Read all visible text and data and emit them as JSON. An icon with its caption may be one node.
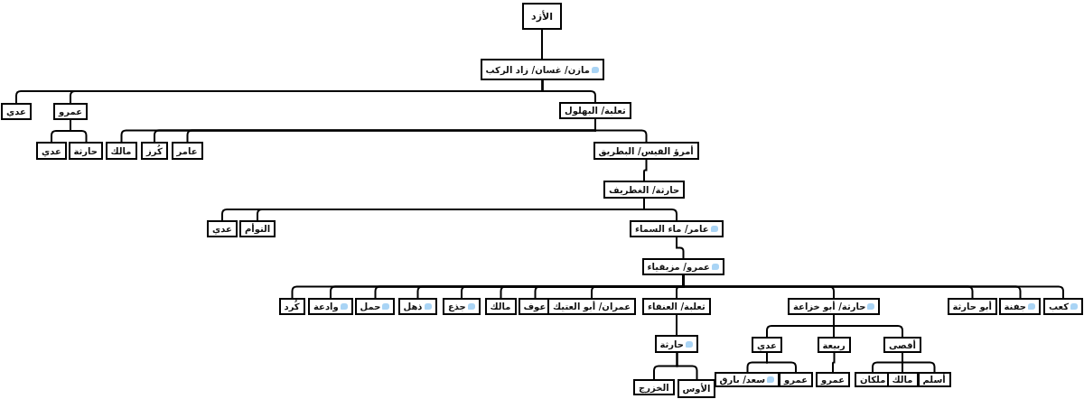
{
  "diagram": {
    "nodes": [
      {
        "text": [
          "الأزد"
        ]
      },
      {
        "text": [
          "مازن/ غسان/ زاد الركب"
        ]
      },
      {
        "text": [
          "عدي"
        ]
      },
      {
        "text": [
          "عمرو"
        ]
      },
      {
        "text": [
          "ثعلبة/ البهلول"
        ]
      },
      {
        "text": [
          "عدي"
        ]
      },
      {
        "text": [
          "حارثة"
        ]
      },
      {
        "text": [
          "مالك"
        ]
      },
      {
        "text": [
          "كُرز"
        ]
      },
      {
        "text": [
          "عامر"
        ]
      },
      {
        "text": [
          "أمرؤ القيس/ البطريق"
        ]
      },
      {
        "text": [
          "حارثة/ الغطريف"
        ]
      },
      {
        "text": [
          "عدي"
        ]
      },
      {
        "text": [
          "التوأم"
        ]
      },
      {
        "text": [
          "عامر/ ماء السماء"
        ]
      },
      {
        "text": [
          "عمرو/ مزيقياء"
        ]
      },
      {
        "text": [
          "كُرد"
        ]
      },
      {
        "text": [
          "وادعة"
        ]
      },
      {
        "text": [
          "حمل"
        ]
      },
      {
        "text": [
          "ذهل"
        ]
      },
      {
        "text": [
          "جذع"
        ]
      },
      {
        "text": [
          "مالك"
        ]
      },
      {
        "text": [
          "عوف"
        ]
      },
      {
        "text": [
          "عمران/ أبو العتيك"
        ]
      },
      {
        "text": [
          "ثعلبة/ العنقاء"
        ]
      },
      {
        "text": [
          "حارثة/ أبو خزاعة"
        ]
      },
      {
        "text": [
          "أبو حارثة"
        ]
      },
      {
        "text": [
          "جفنة"
        ]
      },
      {
        "text": [
          "كعب"
        ]
      },
      {
        "text": [
          "حارثة"
        ]
      },
      {
        "text": [
          "الأوس"
        ]
      },
      {
        "text": [
          "الخزرج"
        ]
      },
      {
        "text": [
          "عدي"
        ]
      },
      {
        "text": [
          "ربيعة"
        ]
      },
      {
        "text": [
          "أقصى"
        ]
      },
      {
        "text": [
          "سعد/ بارق"
        ]
      },
      {
        "text": [
          "عمرو"
        ]
      },
      {
        "text": [
          "عمرو"
        ]
      },
      {
        "text": [
          "ملكان"
        ]
      },
      {
        "text": [
          "مالك"
        ]
      },
      {
        "text": [
          "أسلم"
        ]
      }
    ],
    "edges": [
      {
        "from": 0,
        "to": 1,
        "arrow": "none"
      },
      {
        "from": 1,
        "to": 2,
        "arrow": "none"
      },
      {
        "from": 1,
        "to": 3,
        "arrow": "none"
      },
      {
        "from": 1,
        "to": 4,
        "arrow": "none"
      },
      {
        "from": 3,
        "to": 5,
        "arrow": "none"
      },
      {
        "from": 3,
        "to": 6,
        "arrow": "none"
      },
      {
        "from": 4,
        "to": 7,
        "arrow": "none"
      },
      {
        "from": 4,
        "to": 8,
        "arrow": "none"
      },
      {
        "from": 4,
        "to": 9,
        "arrow": "none"
      },
      {
        "from": 4,
        "to": 10,
        "arrow": "none"
      },
      {
        "from": 10,
        "to": 11,
        "arrow": "none"
      },
      {
        "from": 11,
        "to": 12,
        "arrow": "none"
      },
      {
        "from": 11,
        "to": 13,
        "arrow": "none"
      },
      {
        "from": 11,
        "to": 14,
        "arrow": "none"
      },
      {
        "from": 14,
        "to": 15,
        "arrow": "none"
      },
      {
        "from": 15,
        "to": 16,
        "arrow": "none"
      },
      {
        "from": 15,
        "to": 17,
        "arrow": "none"
      },
      {
        "from": 15,
        "to": 18,
        "arrow": "none"
      },
      {
        "from": 15,
        "to": 19,
        "arrow": "none"
      },
      {
        "from": 15,
        "to": 20,
        "arrow": "none"
      },
      {
        "from": 15,
        "to": 21,
        "arrow": "none"
      },
      {
        "from": 15,
        "to": 22,
        "arrow": "none"
      },
      {
        "from": 15,
        "to": 23,
        "arrow": "none"
      },
      {
        "from": 15,
        "to": 24,
        "arrow": "none"
      },
      {
        "from": 15,
        "to": 25,
        "arrow": "none"
      },
      {
        "from": 15,
        "to": 26,
        "arrow": "none"
      },
      {
        "from": 15,
        "to": 27,
        "arrow": "none"
      },
      {
        "from": 15,
        "to": 28,
        "arrow": "none"
      },
      {
        "from": 24,
        "to": 29,
        "arrow": "none"
      },
      {
        "from": 29,
        "to": 30,
        "arrow": "none"
      },
      {
        "from": 29,
        "to": 31,
        "arrow": "none"
      },
      {
        "from": 25,
        "to": 32,
        "arrow": "none"
      },
      {
        "from": 25,
        "to": 33,
        "arrow": "none"
      },
      {
        "from": 25,
        "to": 34,
        "arrow": "none"
      },
      {
        "from": 32,
        "to": 35,
        "arrow": "none"
      },
      {
        "from": 32,
        "to": 36,
        "arrow": "none"
      },
      {
        "from": 33,
        "to": 37,
        "arrow": "none"
      },
      {
        "from": 34,
        "to": 38,
        "arrow": "none"
      },
      {
        "from": 34,
        "to": 39,
        "arrow": "none"
      },
      {
        "from": 34,
        "to": 40,
        "arrow": "none"
      }
    ]
  }
}
